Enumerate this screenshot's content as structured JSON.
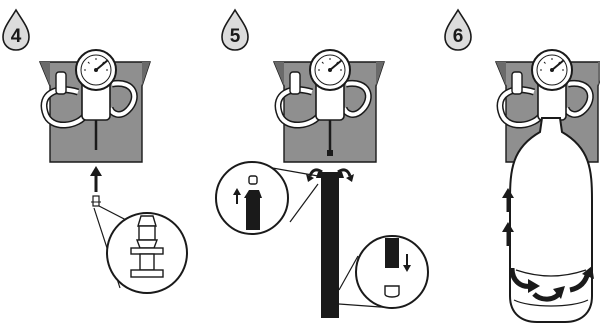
{
  "steps": [
    {
      "number": "4"
    },
    {
      "number": "5"
    },
    {
      "number": "6"
    }
  ],
  "colors": {
    "ink": "#1a1a1a",
    "panel": "#8f8f8f",
    "panel_dark": "#6a6a6a",
    "drop_fill": "#dcdcdc",
    "white": "#ffffff"
  },
  "icons": [
    "water-drop-icon",
    "pressure-gauge-icon",
    "up-arrow-icon",
    "down-arrow-icon",
    "rotate-arrow-icon",
    "magnifier-circle-icon"
  ]
}
